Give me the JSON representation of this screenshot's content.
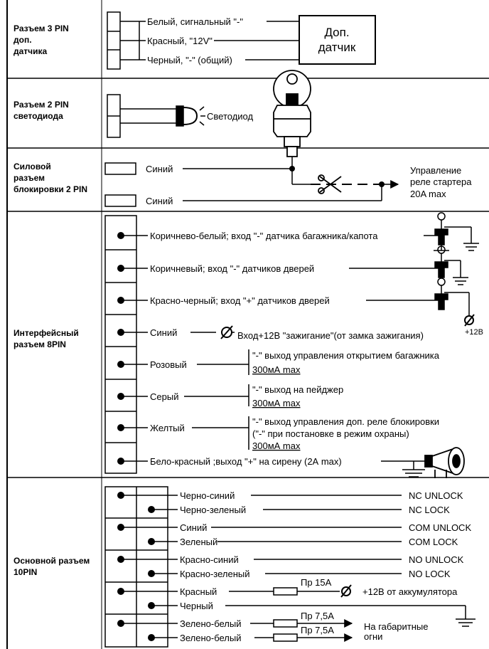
{
  "sections": {
    "s1": {
      "line1": "Разъем 3 PIN",
      "line2": "доп.",
      "line3": "датчика"
    },
    "s2": {
      "line1": "Разъем 2 PIN",
      "line2": "светодиода"
    },
    "s3": {
      "line1": "Силовой",
      "line2": "разъем",
      "line3": "блокировки 2 PIN"
    },
    "s4": {
      "line1": "Интерфейсный",
      "line2": "разъем 8PIN"
    },
    "s5": {
      "line1": "Основной разъем",
      "line2": "10PIN"
    }
  },
  "sensor": {
    "box_line1": "Доп.",
    "box_line2": "датчик",
    "wires": [
      "Белый, сигнальный \"-\"",
      "Красный, \"12V\"",
      "Черный, \"-\" (общий)"
    ]
  },
  "led": {
    "label": "Светодиод"
  },
  "power": {
    "wire1": "Синий",
    "wire2": "Синий",
    "relay_line1": "Управление",
    "relay_line2": "реле стартера",
    "relay_line3": "20A max"
  },
  "interface": {
    "w1": "Коричнево-белый; вход \"-\" датчика багажника/капота",
    "w2": "Коричневый; вход \"-\" датчиков дверей",
    "w3": "Красно-черный; вход \"+\" датчиков дверей",
    "w3_note": "+12В",
    "w4": "Синий",
    "w4_note": "Вход+12В \"зажигание\"(от замка зажигания)",
    "w5": "Розовый",
    "w5_note1": "\"-\" выход управления открытием багажника",
    "w5_note2": "300мА max",
    "w6": "Серый",
    "w6_note1": "\"-\" выход на пейджер",
    "w6_note2": "300мА max",
    "w7": "Желтый",
    "w7_note1": "\"-\" выход управления доп. реле блокировки",
    "w7_note2": "(\"-\" при постановке в режим охраны)",
    "w7_note3": "300мА max",
    "w8": "Бело-красный ;выход \"+\" на сирену (2А max)"
  },
  "main": {
    "r1": "Черно-синий",
    "r1_out": "NC UNLOCK",
    "r2": "Черно-зеленый",
    "r2_out": "NC LOCK",
    "r3": "Синий",
    "r3_out": "COM UNLOCK",
    "r4": "Зеленый",
    "r4_out": "COM LOCK",
    "r5": "Красно-синий",
    "r5_out": "NO UNLOCK",
    "r6": "Красно-зеленый",
    "r6_out": "NO LOCK",
    "r7": "Красный",
    "fuse1": "Пр 15А",
    "r7_note": "+12В от аккумулятора",
    "r8": "Черный",
    "r9": "Зелено-белый",
    "fuse2": "Пр 7,5А",
    "r10": "Зелено-белый",
    "fuse3": "Пр 7,5А",
    "lights1": "На габаритные",
    "lights2": "огни"
  }
}
